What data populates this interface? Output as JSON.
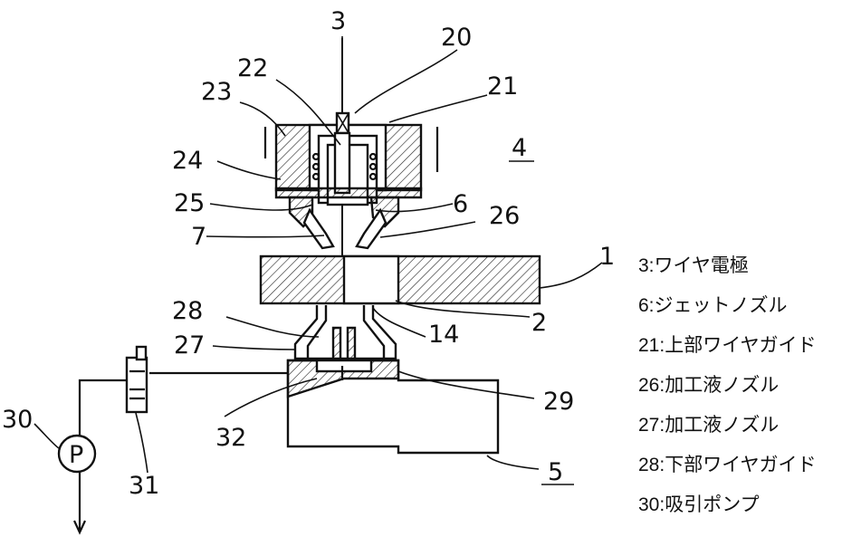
{
  "refs": {
    "r1": "1",
    "r2": "2",
    "r3": "3",
    "r4": "4",
    "r5": "5",
    "r6": "6",
    "r7": "7",
    "r14": "14",
    "r20": "20",
    "r21": "21",
    "r22": "22",
    "r23": "23",
    "r24": "24",
    "r25": "25",
    "r26": "26",
    "r27": "27",
    "r28": "28",
    "r29": "29",
    "r30": "30",
    "r31": "31",
    "r32": "32",
    "pump_symbol": "P"
  },
  "legend": [
    "3:ワイヤ電極",
    "6:ジェットノズル",
    "21:上部ワイヤガイド",
    "26:加工液ノズル",
    "27:加工液ノズル",
    "28:下部ワイヤガイド",
    "30:吸引ポンプ"
  ]
}
